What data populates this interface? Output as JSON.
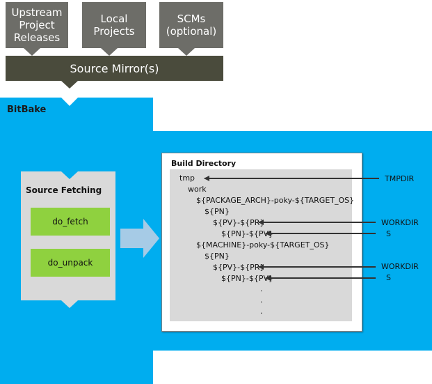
{
  "sources": [
    {
      "label": "Upstream\nProject\nReleases"
    },
    {
      "label": "Local\nProjects"
    },
    {
      "label": "SCMs\n(optional)"
    }
  ],
  "mirror": {
    "label": "Source Mirror(s)"
  },
  "bitbake": {
    "label": "BitBake"
  },
  "fetching": {
    "title": "Source Fetching",
    "tasks": [
      "do_fetch",
      "do_unpack"
    ]
  },
  "build": {
    "title": "Build Directory",
    "tree": [
      "tmp",
      "work",
      "${PACKAGE_ARCH}-poky-${TARGET_OS}",
      "${PN}",
      "${PV}-${PR}",
      "${PN}-${PV}",
      "${MACHINE}-poky-${TARGET_OS}",
      "${PN}",
      "${PV}-${PR}",
      "${PN}-${PV}",
      ".",
      ".",
      "."
    ]
  },
  "labels": {
    "tmpdir": "TMPDIR",
    "workdir1": "WORKDIR",
    "s1": "S",
    "workdir2": "WORKDIR",
    "s2": "S"
  },
  "colors": {
    "source_box": "#6d6d68",
    "mirror_bar": "#4a4b3c",
    "bitbake_bg": "#00adef",
    "panel_grey": "#d9d9d9",
    "task_green": "#8fd13f",
    "flow_arrow": "#a6cbe6",
    "pointer_arrow": "#333333"
  }
}
